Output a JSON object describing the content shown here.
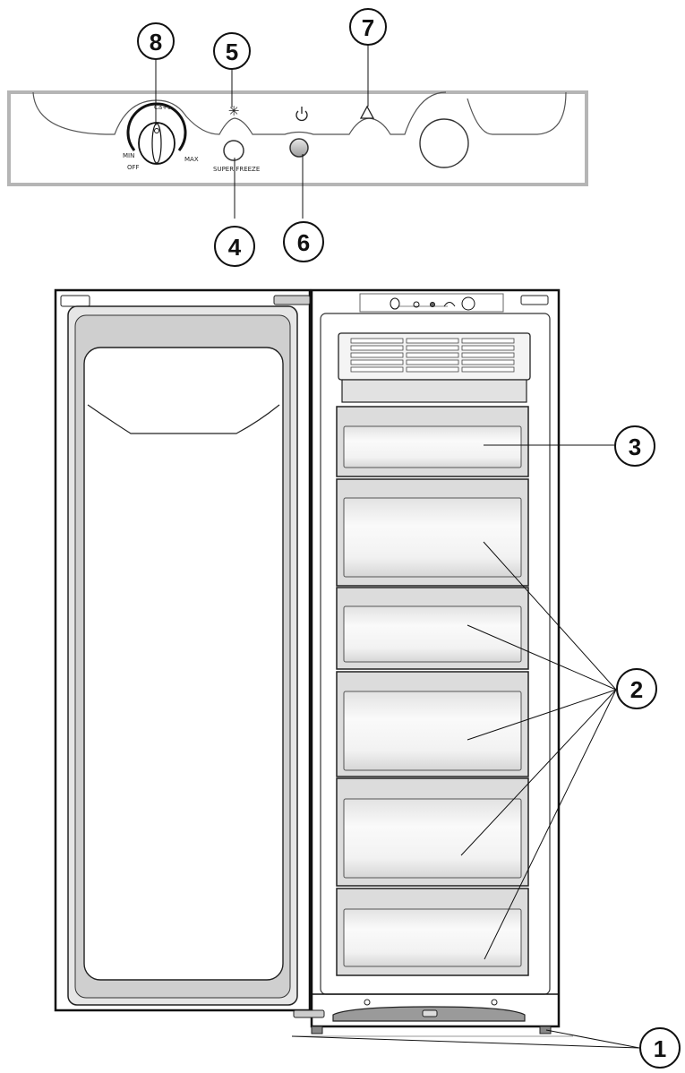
{
  "control_panel": {
    "dial_marks": {
      "top": "Ca+o",
      "min": "MIN",
      "off": "OFF",
      "max": "MAX"
    },
    "super_freeze_label": "SUPER FREEZE",
    "icons": [
      "snowflake-icon",
      "power-icon",
      "warning-triangle-icon"
    ]
  },
  "callouts": [
    {
      "id": "callout-1",
      "number": "1"
    },
    {
      "id": "callout-2",
      "number": "2"
    },
    {
      "id": "callout-3",
      "number": "3"
    },
    {
      "id": "callout-4",
      "number": "4"
    },
    {
      "id": "callout-5",
      "number": "5"
    },
    {
      "id": "callout-6",
      "number": "6"
    },
    {
      "id": "callout-7",
      "number": "7"
    },
    {
      "id": "callout-8",
      "number": "8"
    }
  ],
  "drawer_count": 6
}
